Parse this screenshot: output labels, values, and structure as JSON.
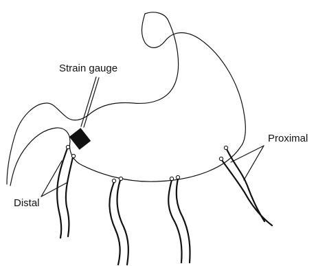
{
  "labels": {
    "strain_gauge": "Strain gauge",
    "proximal": "Proximal",
    "distal": "Distal"
  },
  "colors": {
    "ink": "#111111",
    "background": "#ffffff",
    "gauge_fill": "#111111"
  }
}
